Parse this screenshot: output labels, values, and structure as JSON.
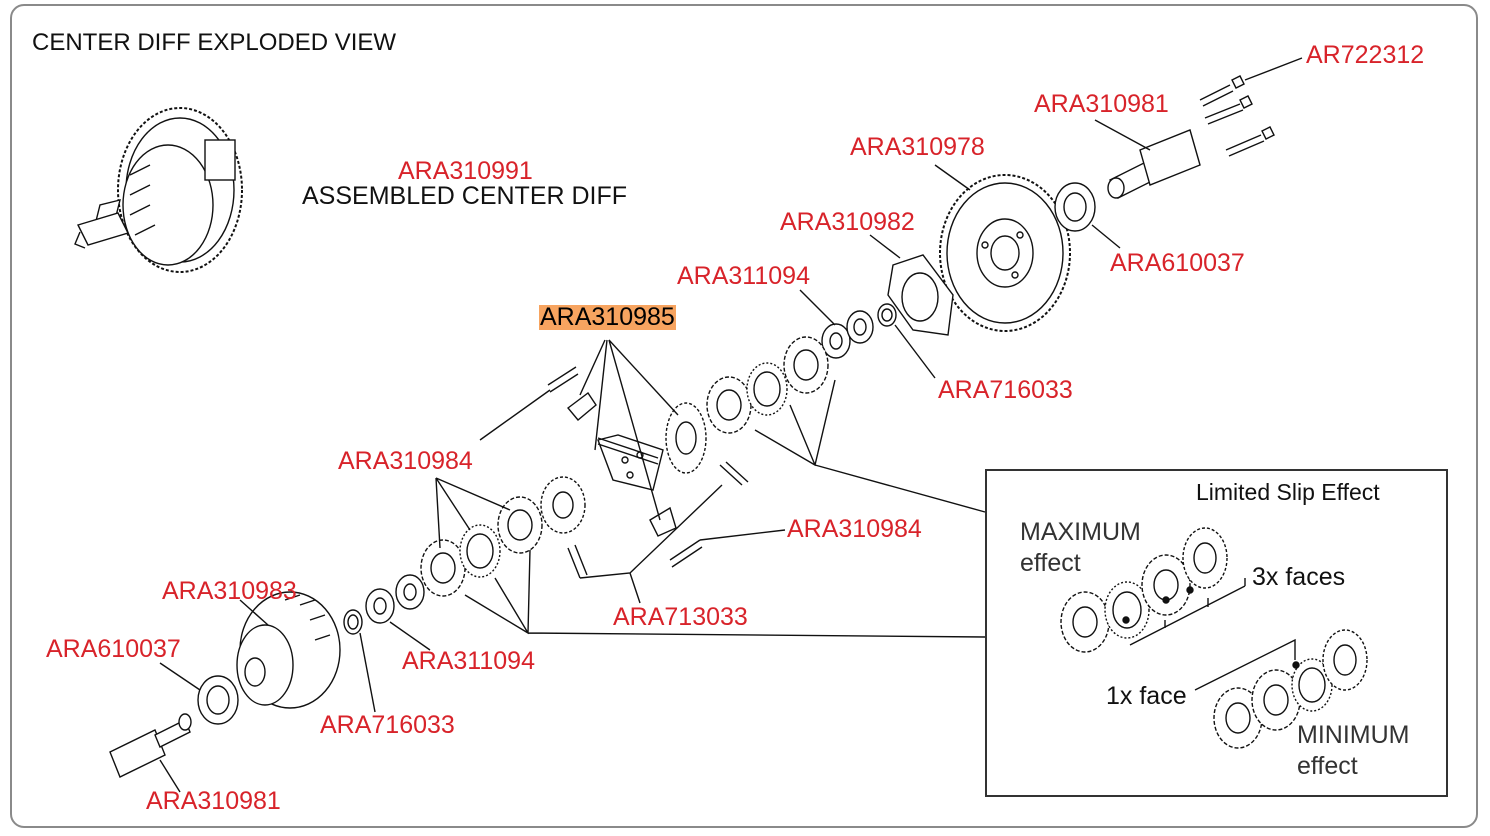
{
  "title": "CENTER DIFF EXPLODED VIEW",
  "labels": {
    "ar722312": "AR722312",
    "ara310981_top": "ARA310981",
    "ara310978": "ARA310978",
    "ara310991": "ARA310991",
    "assembled": "ASSEMBLED CENTER DIFF",
    "ara310982": "ARA310982",
    "ara610037_top": "ARA610037",
    "ara311094_top": "ARA311094",
    "ara310985": "ARA310985",
    "ara716033_top": "ARA716033",
    "ara310984_left": "ARA310984",
    "ara310984_right": "ARA310984",
    "ara713033": "ARA713033",
    "ara310983": "ARA310983",
    "ara610037_bottom": "ARA610037",
    "ara311094_bottom": "ARA311094",
    "ara716033_bottom": "ARA716033",
    "ara310981_bottom": "ARA310981"
  },
  "slip_box": {
    "title": "Limited Slip Effect",
    "maximum": "MAXIMUM",
    "maximum_effect": "effect",
    "three_faces": "3x faces",
    "one_face": "1x face",
    "minimum": "MINIMUM",
    "minimum_effect": "effect"
  },
  "colors": {
    "part_number": "#d8232a",
    "highlight": "#f7a460",
    "line": "#111111"
  }
}
